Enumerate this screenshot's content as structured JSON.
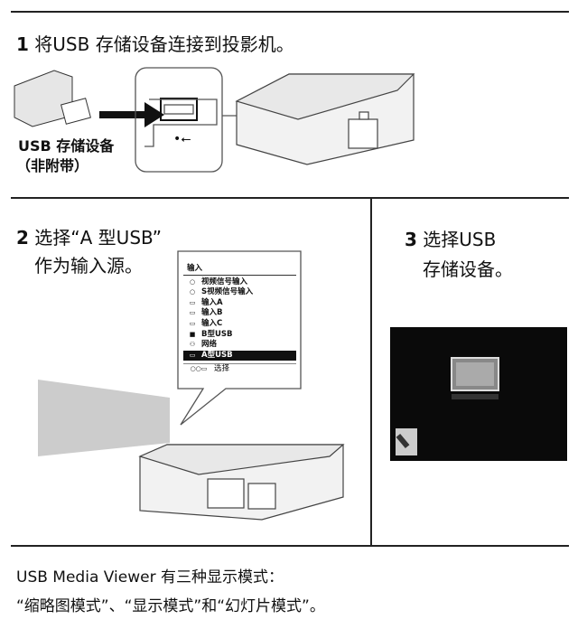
{
  "step1": {
    "number": "1",
    "text": "将USB 存储设备连接到投影机。",
    "device_label": "USB 存储设备",
    "device_note": "（非附带）"
  },
  "step2": {
    "number": "2",
    "line1": "选择“A 型USB”",
    "line2": "作为输入源。",
    "menu": {
      "title": "输入",
      "items": [
        {
          "icon": "○",
          "label": "视频信号输入"
        },
        {
          "icon": "○",
          "label": "S视频信号输入"
        },
        {
          "icon": "▭",
          "label": "输入A"
        },
        {
          "icon": "▭",
          "label": "输入B"
        },
        {
          "icon": "▭",
          "label": "输入C"
        },
        {
          "icon": "■",
          "label": "B型USB"
        },
        {
          "icon": "⚇",
          "label": "网络"
        },
        {
          "icon": "▭",
          "label": "A型USB",
          "selected": true
        }
      ],
      "footer": "选择"
    }
  },
  "step3": {
    "number": "3",
    "line1": "选择USB",
    "line2": "存储设备。"
  },
  "footer": {
    "line1": "USB Media Viewer 有三种显示模式：",
    "line2": "“缩略图模式”、“显示模式”和“幻灯片模式”。"
  }
}
